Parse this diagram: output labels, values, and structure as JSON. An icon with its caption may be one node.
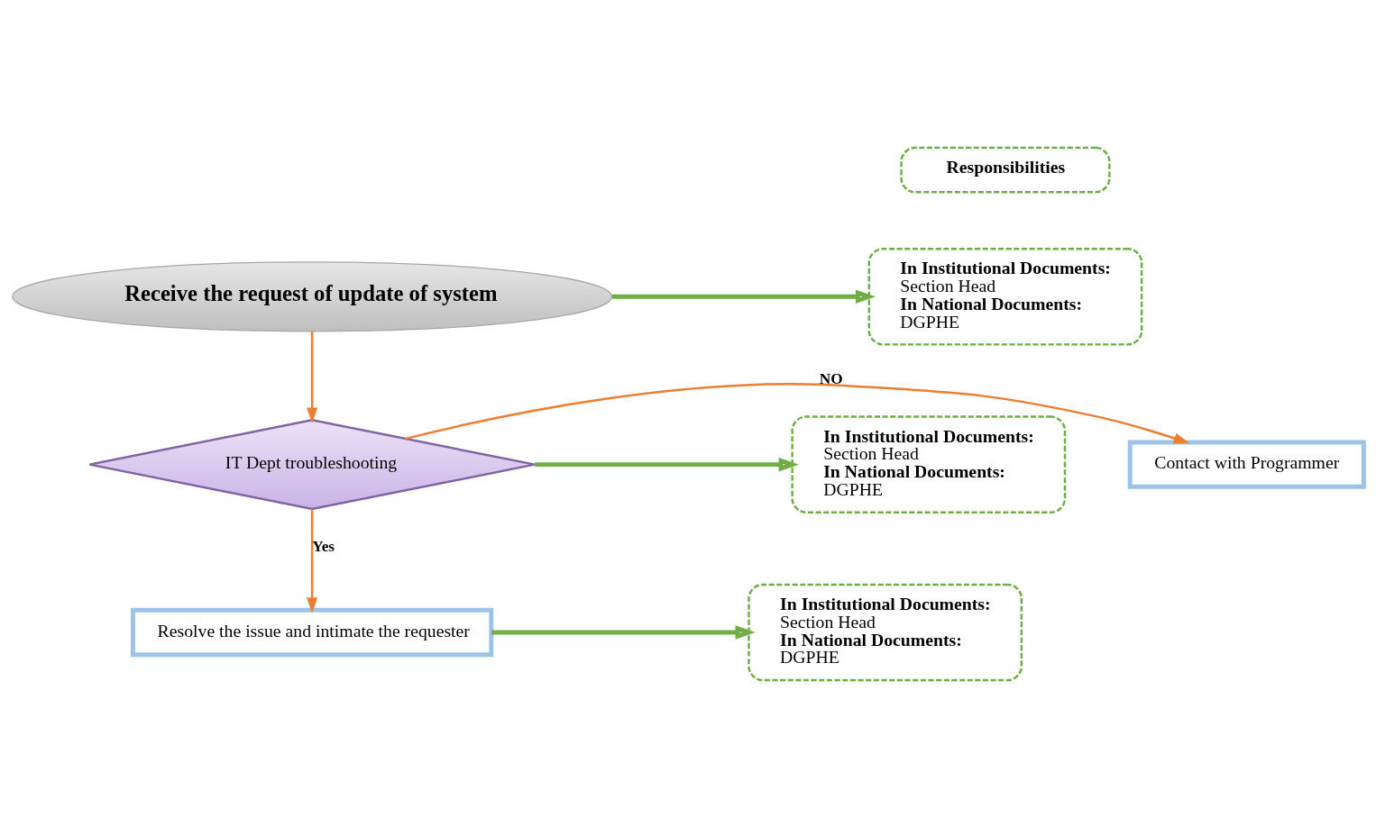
{
  "diagram": {
    "nodes": [
      {
        "text": [
          "Receive the request of update of system"
        ]
      },
      {
        "text": [
          "IT Dept troubleshooting"
        ]
      },
      {
        "text": [
          "Contact with Programmer"
        ]
      },
      {
        "text": [
          "Resolve the issue and intimate the requester"
        ]
      },
      {
        "text": [
          "Responsibilities"
        ]
      },
      {
        "text": [
          "In Institutional Documents:",
          "Section Head",
          "In National Documents:",
          "DGPHE"
        ]
      },
      {
        "text": [
          "In Institutional Documents:",
          "Section Head",
          "In National Documents:",
          "DGPHE"
        ]
      },
      {
        "text": [
          "In Institutional Documents:",
          "Section Head",
          "In National Documents:",
          "DGPHE"
        ]
      }
    ],
    "edges": [
      {
        "from": 0,
        "to": 1,
        "arrow": "to"
      },
      {
        "from": 1,
        "to": 2,
        "arrow": "to",
        "label": "NO"
      },
      {
        "from": 1,
        "to": 3,
        "arrow": "to",
        "label": "Yes"
      },
      {
        "from": 0,
        "to": 5,
        "arrow": "to",
        "style": "thick",
        "color": "#70ad47"
      },
      {
        "from": 1,
        "to": 6,
        "arrow": "to",
        "style": "thick",
        "color": "#70ad47"
      },
      {
        "from": 3,
        "to": 7,
        "arrow": "to",
        "style": "thick",
        "color": "#70ad47"
      }
    ]
  }
}
